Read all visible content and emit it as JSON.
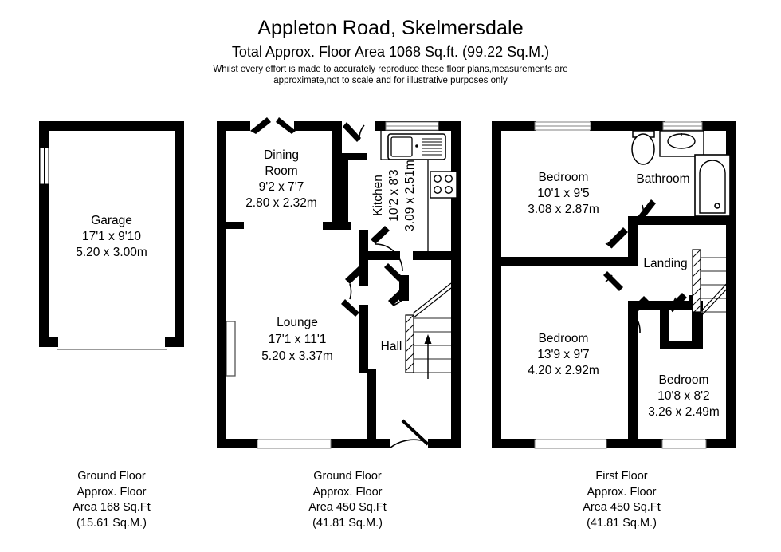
{
  "header": {
    "title": "Appleton Road, Skelmersdale",
    "subtitle": "Total Approx. Floor Area 1068 Sq.ft. (99.22 Sq.M.)",
    "disclaimer_line1": "Whilst every effort is made to accurately reproduce these floor plans,measurements are",
    "disclaimer_line2": "approximate,not to scale and for illustrative purposes only"
  },
  "plans": {
    "garage": {
      "name": "Garage Plan",
      "rooms": [
        {
          "id": "garage",
          "name": "Garage",
          "label": "Garage",
          "dim_imperial": "17'1 x 9'10",
          "dim_metric": "5.20 x 3.00m"
        }
      ],
      "caption": {
        "line1": "Ground Floor",
        "line2": "Approx. Floor",
        "line3": "Area 168 Sq.Ft",
        "line4": "(15.61 Sq.M.)"
      }
    },
    "ground": {
      "name": "Ground Floor Plan",
      "rooms": [
        {
          "id": "dining-room",
          "name": "Dining Room",
          "label_line1": "Dining",
          "label_line2": "Room",
          "dim_imperial": "9'2 x 7'7",
          "dim_metric": "2.80 x 2.32m"
        },
        {
          "id": "kitchen",
          "name": "Kitchen",
          "label": "Kitchen",
          "dim_imperial": "10'2 x 8'3",
          "dim_metric": "3.09 x 2.51m"
        },
        {
          "id": "lounge",
          "name": "Lounge",
          "label": "Lounge",
          "dim_imperial": "17'1 x 11'1",
          "dim_metric": "5.20 x 3.37m"
        },
        {
          "id": "hall",
          "name": "Hall",
          "label": "Hall",
          "dim_imperial": "",
          "dim_metric": ""
        }
      ],
      "fixtures": [
        "sink-icon",
        "hob-icon",
        "staircase-icon",
        "up-arrow-icon"
      ],
      "caption": {
        "line1": "Ground Floor",
        "line2": "Approx. Floor",
        "line3": "Area 450 Sq.Ft",
        "line4": "(41.81 Sq.M.)"
      }
    },
    "first": {
      "name": "First Floor Plan",
      "rooms": [
        {
          "id": "bedroom-1",
          "name": "Bedroom 1",
          "label": "Bedroom",
          "dim_imperial": "10'1 x 9'5",
          "dim_metric": "3.08 x 2.87m"
        },
        {
          "id": "bathroom",
          "name": "Bathroom",
          "label": "Bathroom",
          "dim_imperial": "",
          "dim_metric": ""
        },
        {
          "id": "landing",
          "name": "Landing",
          "label": "Landing",
          "dim_imperial": "",
          "dim_metric": ""
        },
        {
          "id": "bedroom-2",
          "name": "Bedroom 2",
          "label": "Bedroom",
          "dim_imperial": "13'9 x 9'7",
          "dim_metric": "4.20 x 2.92m"
        },
        {
          "id": "bedroom-3",
          "name": "Bedroom 3",
          "label": "Bedroom",
          "dim_imperial": "10'8 x 8'2",
          "dim_metric": "3.26 x 2.49m"
        }
      ],
      "fixtures": [
        "toilet-icon",
        "basin-icon",
        "bathtub-icon",
        "staircase-icon"
      ],
      "caption": {
        "line1": "First Floor",
        "line2": "Approx. Floor",
        "line3": "Area 450 Sq.Ft",
        "line4": "(41.81 Sq.M.)"
      }
    }
  },
  "colors": {
    "wall": "#000000",
    "background": "#ffffff",
    "fixture_stroke": "#000000",
    "window_stroke": "#808080"
  }
}
